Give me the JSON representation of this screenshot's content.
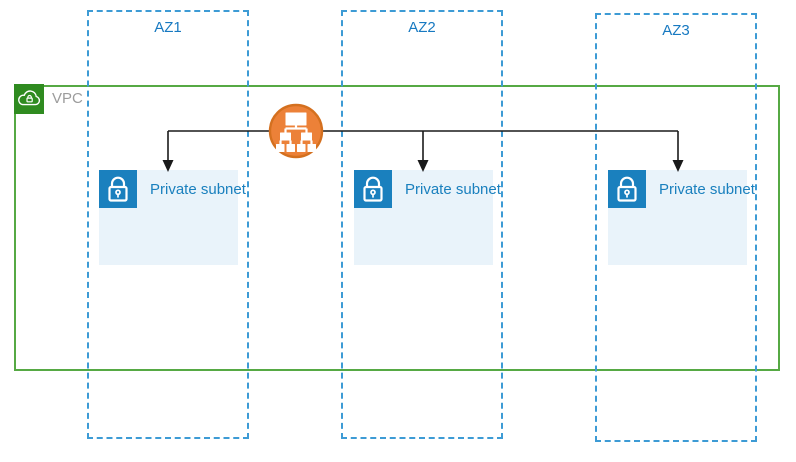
{
  "vpc": {
    "label": "VPC",
    "icon": "vpc-cloud-lock-icon"
  },
  "azs": [
    {
      "label": "AZ1"
    },
    {
      "label": "AZ2"
    },
    {
      "label": "AZ3"
    }
  ],
  "subnets": [
    {
      "label": "Private subnet",
      "icon": "lock-icon"
    },
    {
      "label": "Private subnet",
      "icon": "lock-icon"
    },
    {
      "label": "Private subnet",
      "icon": "lock-icon"
    }
  ],
  "router": {
    "icon": "network-router-icon"
  },
  "colors": {
    "az_border": "#3d9bd5",
    "az_label": "#1779c1",
    "vpc_border": "#56a944",
    "vpc_icon_bg": "#2f8b20",
    "vpc_label": "#9c9c9c",
    "subnet_bg": "#e9f3fa",
    "subnet_icon_bg": "#1a80be",
    "subnet_label": "#1a80be",
    "router_fill": "#ec8138",
    "router_stroke": "#d4701f",
    "line_color": "#1a1a1a"
  }
}
